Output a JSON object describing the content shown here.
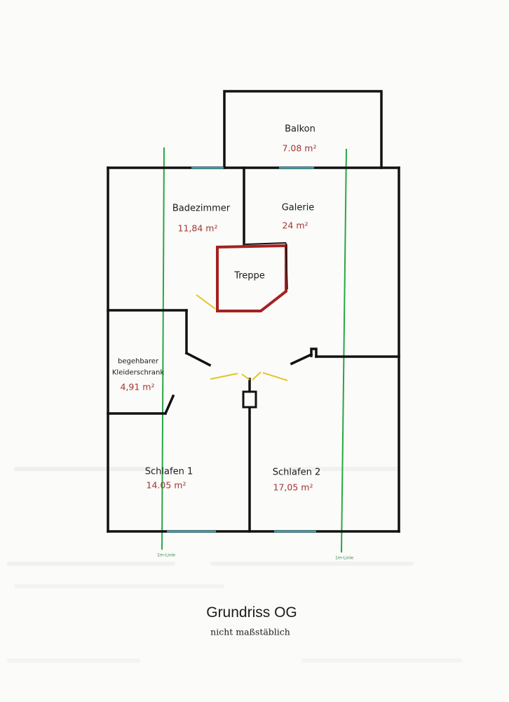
{
  "colors": {
    "wall": "#111111",
    "window": "#2aa7b5",
    "stair": "#a52121",
    "door_swing": "#e3c52a",
    "one_meter_line": "#28a745",
    "area_text": "#a23434"
  },
  "rooms": {
    "balkon": {
      "name": "Balkon",
      "area": "7.08 m²"
    },
    "badezimmer": {
      "name": "Badezimmer",
      "area": "11,84 m²"
    },
    "galerie": {
      "name": "Galerie",
      "area": "24 m²"
    },
    "treppe": {
      "name": "Treppe"
    },
    "kleiderschrank": {
      "name_line1": "begehbarer",
      "name_line2": "Kleiderschrank",
      "area": "4,91 m²"
    },
    "schlafen1": {
      "name": "Schlafen 1",
      "area": "14.05 m²"
    },
    "schlafen2": {
      "name": "Schlafen 2",
      "area": "17,05 m²"
    }
  },
  "line_labels": {
    "left": "1m-Linie",
    "right": "1m-Linie"
  },
  "footer": {
    "title": "Grundriss OG",
    "subtitle": "nicht maßstäblich"
  }
}
